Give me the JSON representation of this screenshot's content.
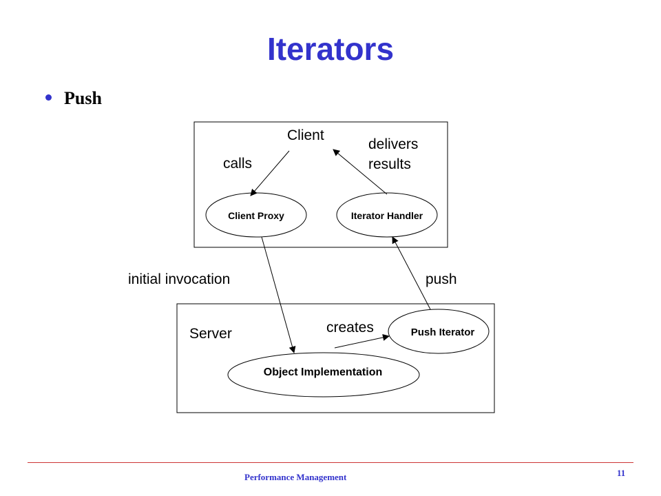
{
  "slide": {
    "title": "Iterators",
    "bullet": "Push"
  },
  "diagram": {
    "client_label": "Client",
    "server_label": "Server",
    "calls_label": "calls",
    "delivers_line1": "delivers",
    "delivers_line2": "results",
    "client_proxy": "Client Proxy",
    "iterator_handler": "Iterator Handler",
    "initial_invocation": "initial invocation",
    "push_label": "push",
    "creates_label": "creates",
    "push_iterator": "Push Iterator",
    "object_implementation": "Object Implementation"
  },
  "footer": {
    "text": "Performance Management",
    "page_number": "11"
  },
  "colors": {
    "title": "#3333cc",
    "footer_line": "#cc3333"
  }
}
